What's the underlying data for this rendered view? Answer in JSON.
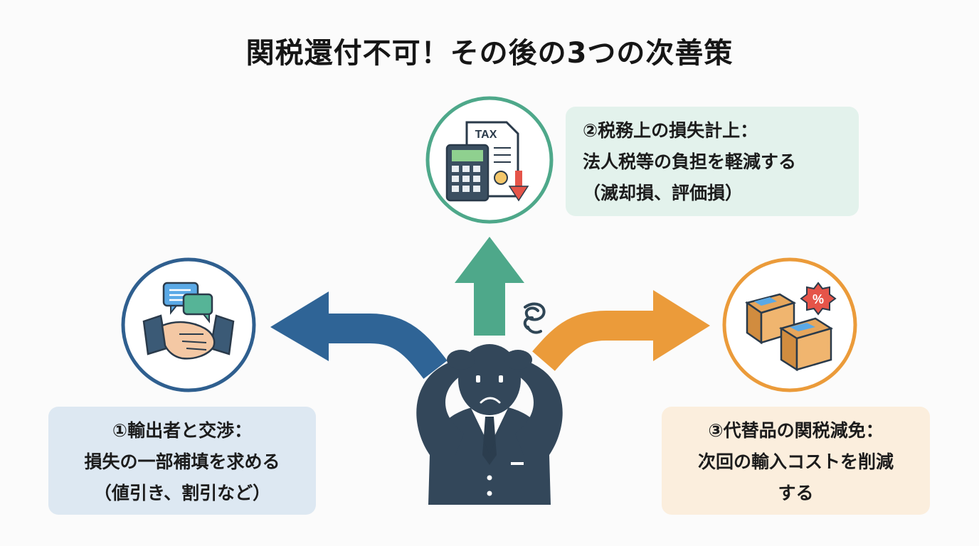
{
  "title": "関税還付不可！その後の3つの次善策",
  "options": [
    {
      "id": "negotiate",
      "lines": [
        "①輸出者と交渉：",
        "損失の一部補填を求める",
        "（値引き、割引など）"
      ],
      "icon": "handshake-chat-icon",
      "color": "#2f5f8f",
      "box_color": "#dde8f2"
    },
    {
      "id": "tax-loss",
      "lines": [
        "②税務上の損失計上：",
        "法人税等の負担を軽減する",
        "（滅却損、評価損）"
      ],
      "icon": "tax-calculator-icon",
      "color": "#4ea88a",
      "box_color": "#e3f2ec",
      "icon_text": "TAX"
    },
    {
      "id": "substitute",
      "lines": [
        "③代替品の関税減免：",
        "次回の輸入コストを削減",
        "する"
      ],
      "icon": "boxes-discount-icon",
      "color": "#eb9b3a",
      "box_color": "#fbeedd",
      "icon_text": "%"
    }
  ],
  "center_figure": "worried-businessman-icon"
}
